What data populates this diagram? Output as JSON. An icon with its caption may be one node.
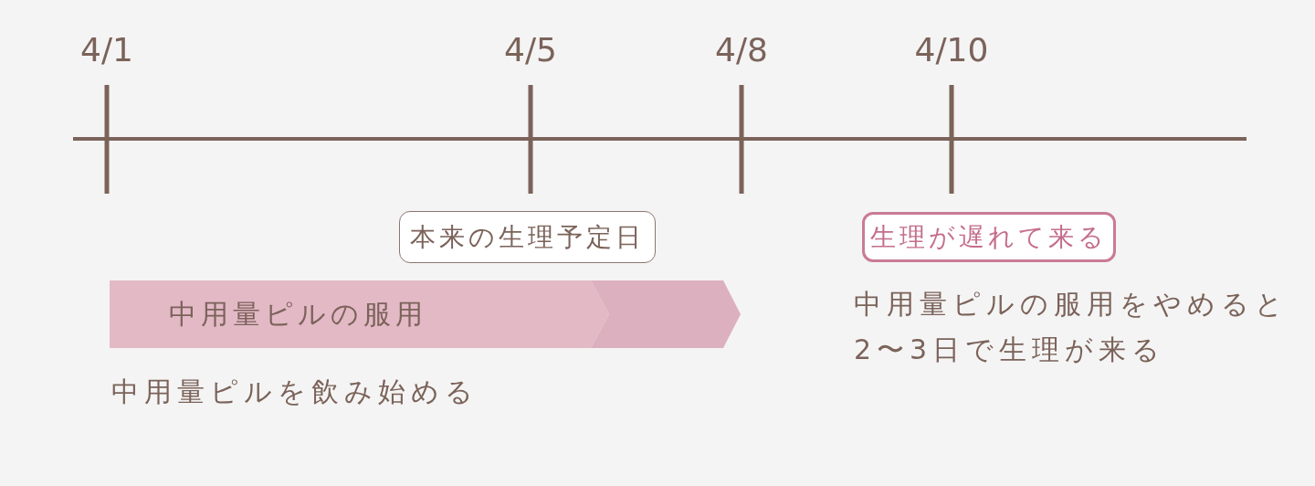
{
  "diagram": {
    "nodes": [
      {
        "text": [
          "本来の生理予定日"
        ]
      },
      {
        "text": [
          "生理が遅れて来る"
        ]
      },
      {
        "text": [
          "中用量ピルの服用"
        ]
      },
      {
        "text": [],
        "shape": "chevron"
      }
    ],
    "labels": [
      "4/1",
      "4/5",
      "4/8",
      "4/10",
      "中用量ピルを飲み始める",
      "中用量ピルの服用をやめると2〜3日で生理が来る"
    ]
  }
}
